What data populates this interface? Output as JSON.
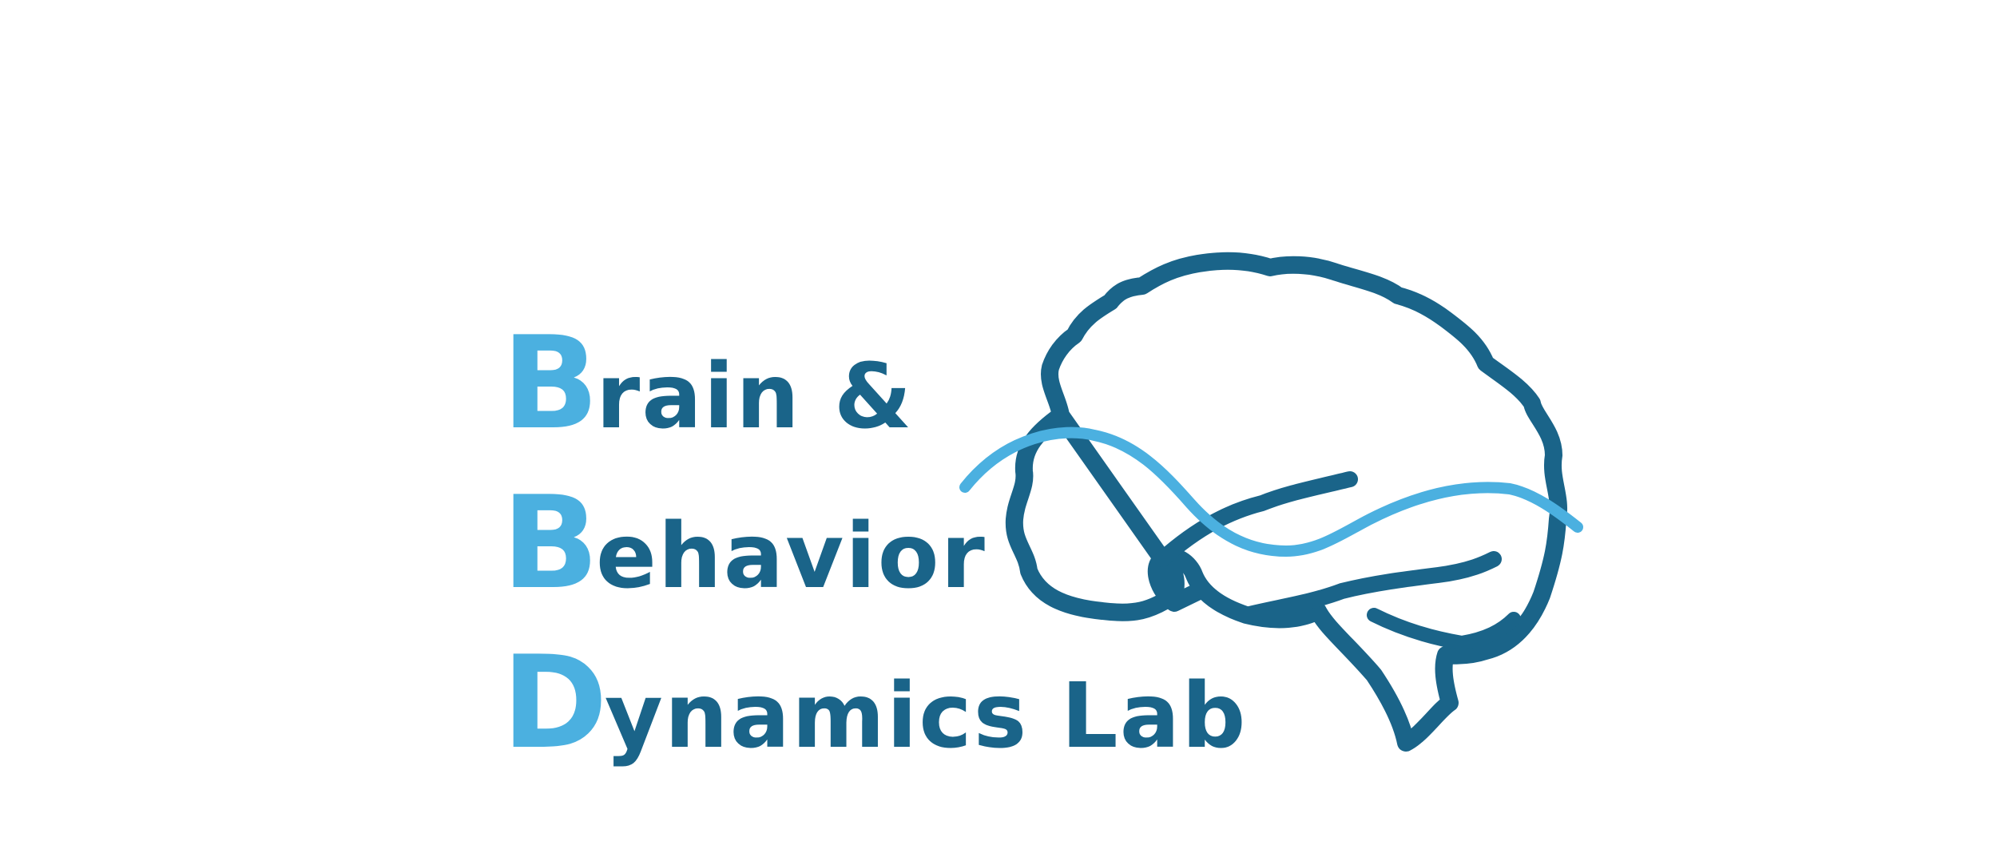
{
  "logo": {
    "lines": [
      {
        "initial": "B",
        "rest": "rain &"
      },
      {
        "initial": "B",
        "rest": "ehavior"
      },
      {
        "initial": "D",
        "rest": "ynamics Lab"
      }
    ],
    "colors": {
      "initial": "#4bb0e0",
      "text": "#1a6489",
      "brain_outline": "#1a6489",
      "wave": "#4bb0e0"
    },
    "icon": "brain-with-wave-icon"
  }
}
